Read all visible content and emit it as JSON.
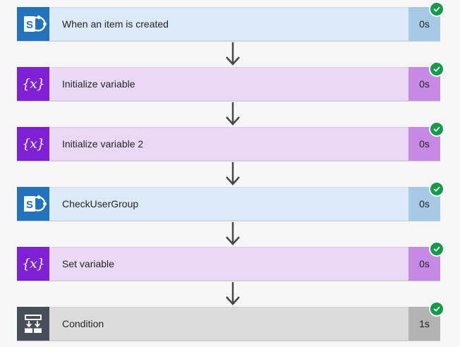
{
  "canvas": {
    "background": "#f6f6f6",
    "arrow_color": "#484848"
  },
  "status": {
    "success_color": "#149b4a"
  },
  "steps": [
    {
      "label": "When an item is created",
      "duration": "0s",
      "connector": "sharepoint",
      "icon": "sharepoint-icon",
      "icon_bg": "#2173bd",
      "bar_bg": "#dce9f6",
      "duration_bg": "#a6c9e6"
    },
    {
      "label": "Initialize variable",
      "duration": "0s",
      "connector": "variable",
      "icon": "variable-icon",
      "icon_glyph": "{x}",
      "icon_bg": "#7d20d6",
      "bar_bg": "#ead9f6",
      "duration_bg": "#c48ae4"
    },
    {
      "label": "Initialize variable 2",
      "duration": "0s",
      "connector": "variable",
      "icon": "variable-icon",
      "icon_glyph": "{x}",
      "icon_bg": "#7d20d6",
      "bar_bg": "#ead9f6",
      "duration_bg": "#c48ae4"
    },
    {
      "label": "CheckUserGroup",
      "duration": "0s",
      "connector": "sharepoint",
      "icon": "sharepoint-icon",
      "icon_bg": "#2173bd",
      "bar_bg": "#dce9f6",
      "duration_bg": "#a6c9e6"
    },
    {
      "label": "Set variable",
      "duration": "0s",
      "connector": "variable",
      "icon": "variable-icon",
      "icon_glyph": "{x}",
      "icon_bg": "#7d20d6",
      "bar_bg": "#ead9f6",
      "duration_bg": "#c48ae4"
    },
    {
      "label": "Condition",
      "duration": "1s",
      "connector": "condition",
      "icon": "condition-icon",
      "icon_bg": "#464f59",
      "bar_bg": "#dcdcdc",
      "duration_bg": "#b3b3b3"
    }
  ]
}
